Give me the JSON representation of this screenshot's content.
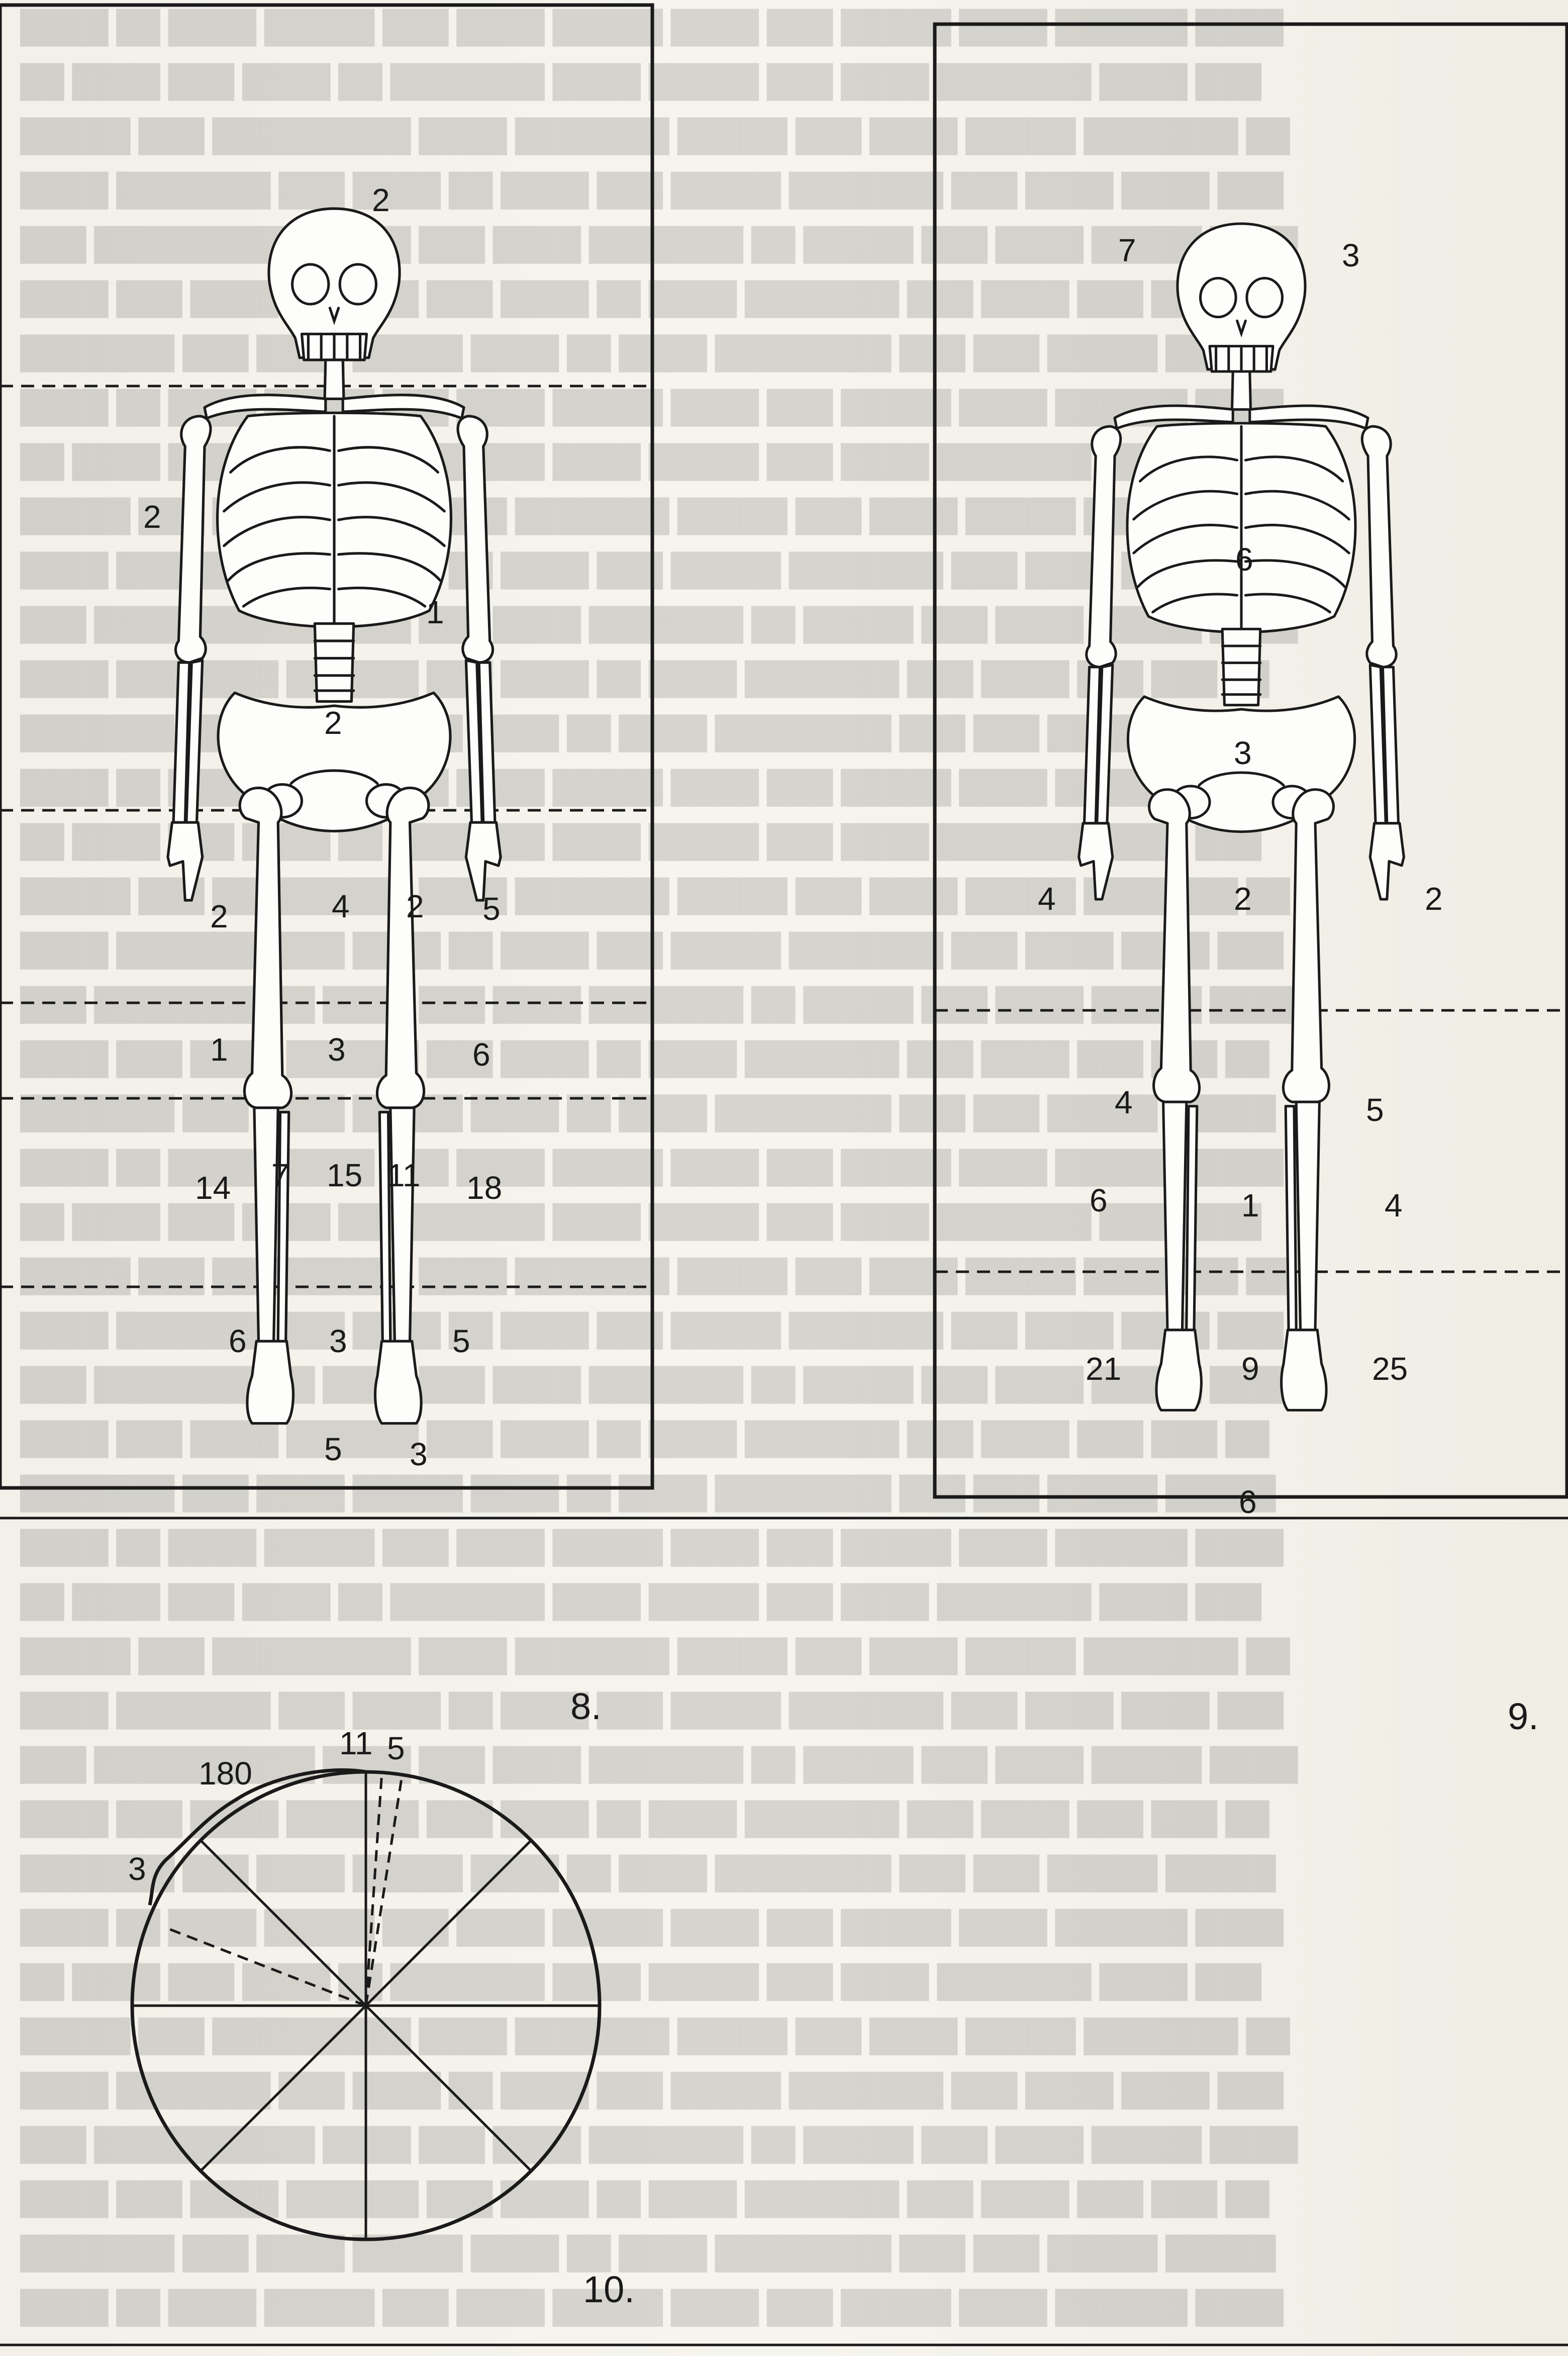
{
  "figures": [
    {
      "number": "8.",
      "labels": [
        "2",
        "2",
        "1",
        "2",
        "2",
        "4",
        "2",
        "5",
        "1",
        "3",
        "6",
        "14",
        "7",
        "15",
        "11",
        "18",
        "6",
        "3",
        "5",
        "5",
        "3"
      ]
    },
    {
      "number": "9.",
      "labels": [
        "7",
        "3",
        "6",
        "3",
        "4",
        "2",
        "2",
        "4",
        "5",
        "6",
        "1",
        "4",
        "21",
        "9",
        "25",
        "6"
      ]
    },
    {
      "number": "10.",
      "labels": [
        "180",
        "11",
        "5",
        "3"
      ]
    }
  ]
}
